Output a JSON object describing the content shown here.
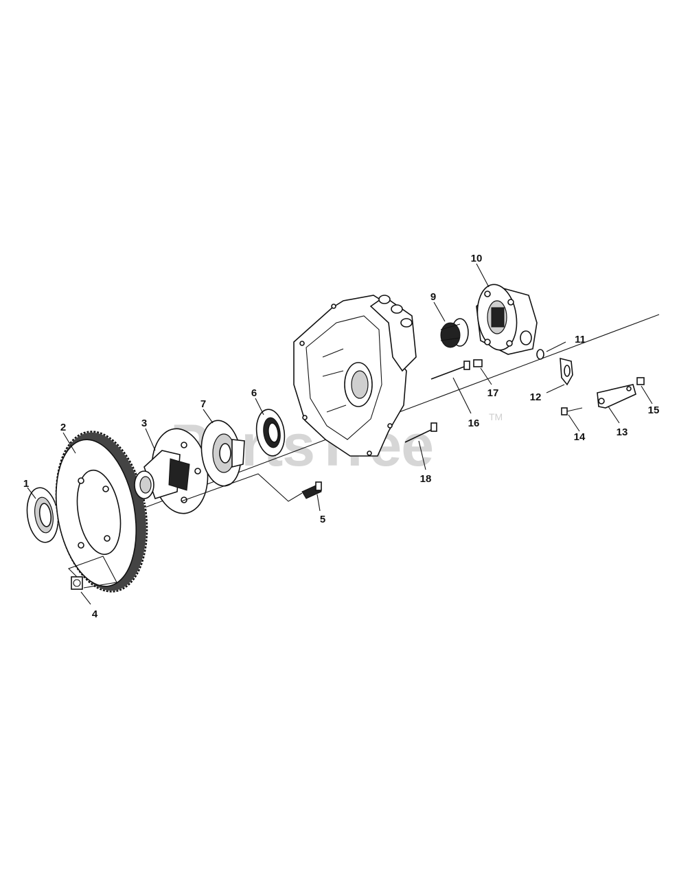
{
  "watermark": {
    "text": "PartsTree",
    "trademark": "TM"
  },
  "callouts": [
    {
      "id": "label-1",
      "text": "1"
    },
    {
      "id": "label-2",
      "text": "2"
    },
    {
      "id": "label-3",
      "text": "3"
    },
    {
      "id": "label-4",
      "text": "4"
    },
    {
      "id": "label-5",
      "text": "5"
    },
    {
      "id": "label-6",
      "text": "6"
    },
    {
      "id": "label-7",
      "text": "7"
    },
    {
      "id": "label-9",
      "text": "9"
    },
    {
      "id": "label-10",
      "text": "10"
    },
    {
      "id": "label-11",
      "text": "11"
    },
    {
      "id": "label-12",
      "text": "12"
    },
    {
      "id": "label-13",
      "text": "13"
    },
    {
      "id": "label-14",
      "text": "14"
    },
    {
      "id": "label-15",
      "text": "15"
    },
    {
      "id": "label-16",
      "text": "16"
    },
    {
      "id": "label-17",
      "text": "17"
    },
    {
      "id": "label-18",
      "text": "18"
    }
  ]
}
